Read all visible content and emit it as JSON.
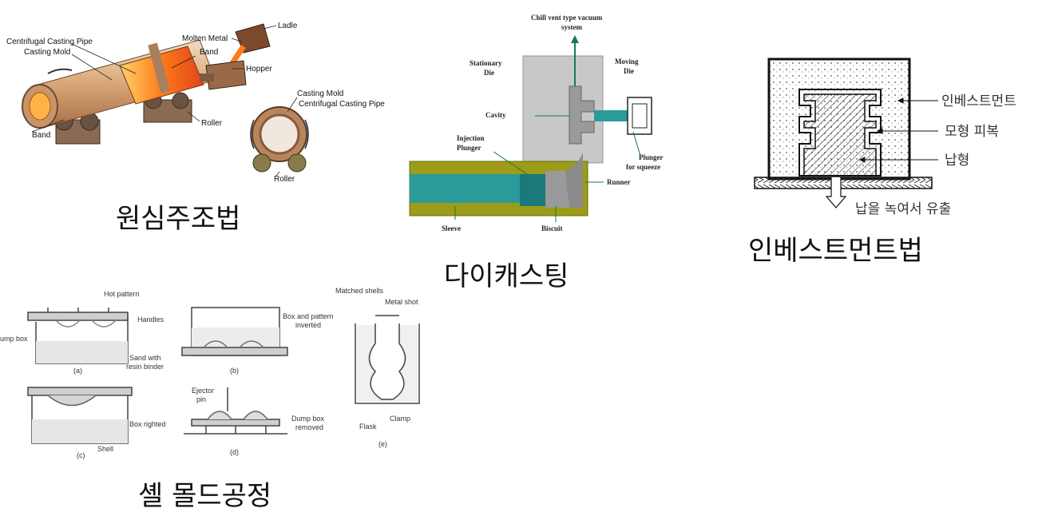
{
  "centrifugal": {
    "caption": "원심주조법",
    "labels": {
      "ladle": "Ladle",
      "molten_metal": "Molten Metal",
      "pipe": "Centrifugal Casting Pipe",
      "mold": "Casting Mold",
      "band_top": "Band",
      "hopper": "Hopper",
      "roller": "Roller",
      "band_bottom": "Band",
      "section_mold": "Casting Mold",
      "section_pipe": "Centrifugal Casting Pipe",
      "section_roller": "Roller"
    }
  },
  "diecasting": {
    "caption": "다이캐스팅",
    "labels": {
      "vent_1": "Chill vent type vacuum",
      "vent_2": "system",
      "stationary_1": "Stationary",
      "stationary_2": "Die",
      "moving_1": "Moving",
      "moving_2": "Die",
      "cavity": "Cavity",
      "injection_1": "Injection",
      "injection_2": "Plunger",
      "squeeze_1": "Plunger",
      "squeeze_2": "for squeeze",
      "runner": "Runner",
      "sleeve": "Sleeve",
      "biscuit": "Biscuit"
    }
  },
  "investment": {
    "caption": "인베스트먼트법",
    "labels": {
      "investment": "인베스트먼트",
      "coating": "모형 피복",
      "wax": "납형",
      "melt": "납을 녹여서 유출"
    }
  },
  "shell": {
    "caption": "셸 몰드공정",
    "labels": {
      "hot_pattern": "Hot pattern",
      "handles": "Handles",
      "dump_box": "ump box",
      "sand": "Sand with",
      "resin": "resin binder",
      "a": "(a)",
      "box_pattern_1": "Box and pattern",
      "box_pattern_2": "inverted",
      "b": "(b)",
      "box_righted": "Box righted",
      "shell_label": "Shell",
      "c": "(c)",
      "ejector_1": "Ejector",
      "ejector_2": "pin",
      "dump_removed_1": "Dump box",
      "dump_removed_2": "removed",
      "d": "(d)",
      "matched": "Matched shells",
      "metal_shot": "Metal shot",
      "clamp": "Clamp",
      "flask": "Flask",
      "e": "(e)"
    }
  }
}
